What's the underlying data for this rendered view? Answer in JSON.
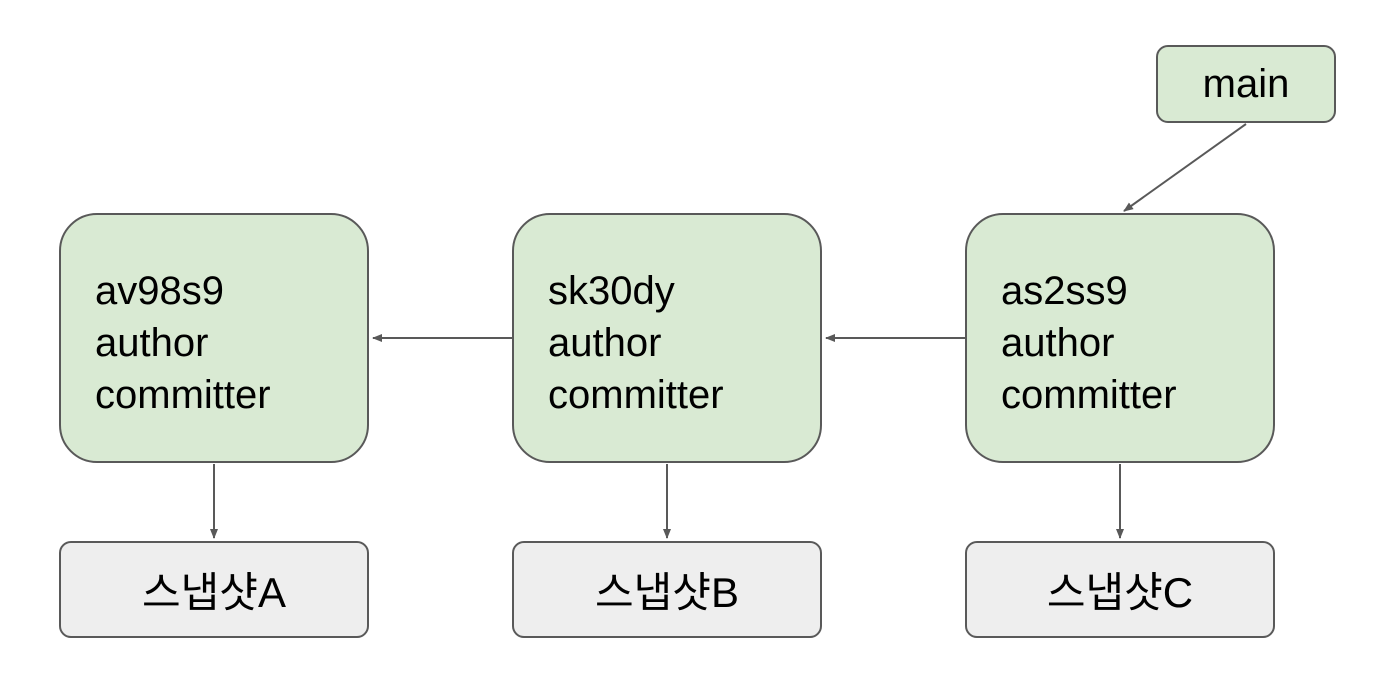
{
  "branch": {
    "label": "main"
  },
  "commits": [
    {
      "hash": "av98s9",
      "author": "author",
      "committer": "committer"
    },
    {
      "hash": "sk30dy",
      "author": "author",
      "committer": "committer"
    },
    {
      "hash": "as2ss9",
      "author": "author",
      "committer": "committer"
    }
  ],
  "snapshots": [
    {
      "label": "스냅샷A"
    },
    {
      "label": "스냅샷B"
    },
    {
      "label": "스냅샷C"
    }
  ],
  "colors": {
    "commit_fill": "#d9ead3",
    "snapshot_fill": "#eeeeee",
    "border": "#595959",
    "arrow": "#595959"
  }
}
